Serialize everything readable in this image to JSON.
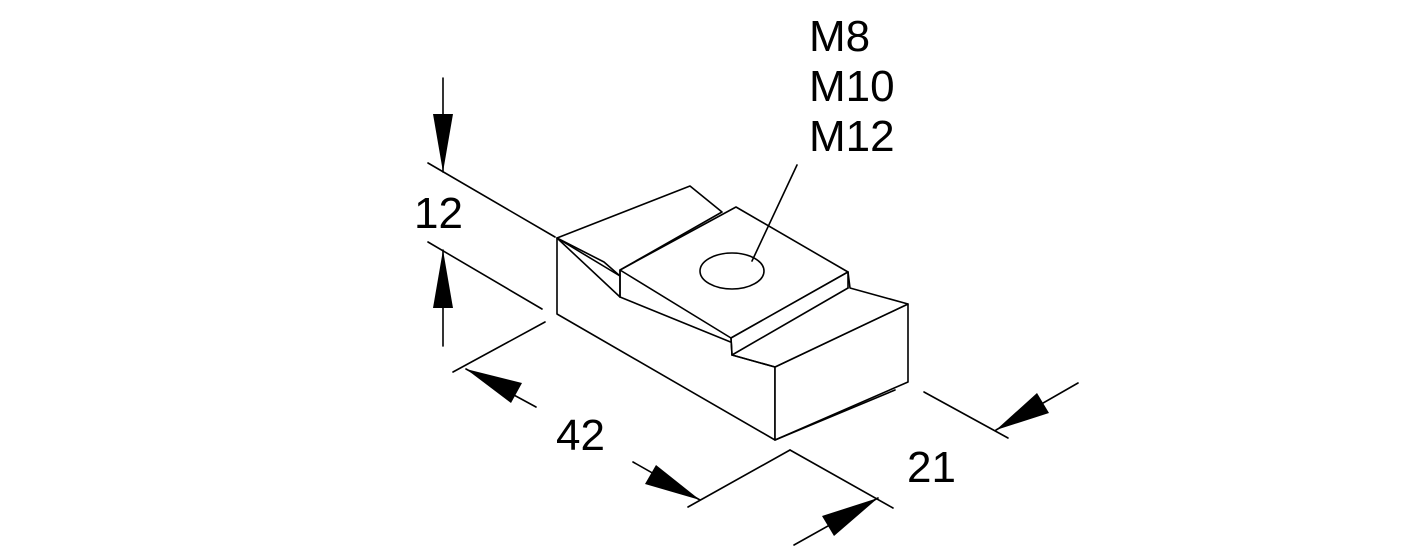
{
  "dimensions": {
    "height": "12",
    "length": "42",
    "width": "21"
  },
  "thread_sizes": [
    "M8",
    "M10",
    "M12"
  ],
  "colors": {
    "line": "#000000",
    "background": "#ffffff"
  }
}
